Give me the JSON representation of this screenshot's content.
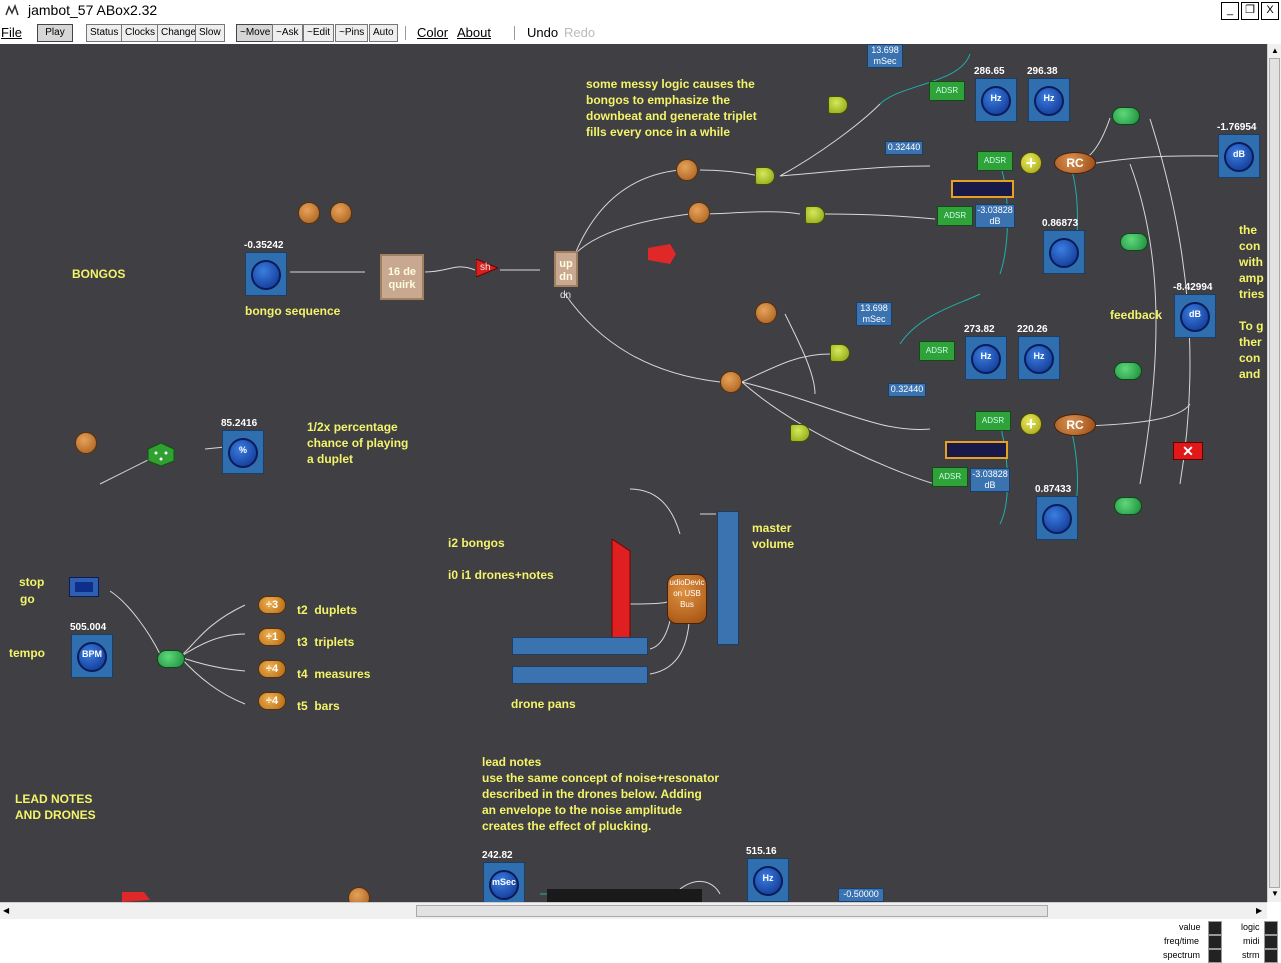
{
  "window": {
    "title": "jambot_57 ABox2.32",
    "controls": [
      "_",
      "❐",
      "X"
    ]
  },
  "menubar": {
    "file": "File",
    "play": "Play",
    "status": "Status",
    "clocks": "Clocks",
    "change": "Change",
    "slow": "Slow",
    "move": "~Move",
    "ask": "~Ask",
    "edit": "~Edit",
    "pins": "~Pins",
    "auto": "Auto",
    "color": "Color",
    "about": "About",
    "undo": "Undo",
    "redo": "Redo"
  },
  "labels": {
    "bongos": "BONGOS",
    "bongo_sequence": "bongo sequence",
    "messy_logic": "some messy logic causes the\nbongos to emphasize the\ndownbeat and generate triplet\nfills every once in a while",
    "percentage": "1/2x percentage\nchance of playing\na duplet",
    "i2_bongos": "i2 bongos",
    "i0_i1": "i0 i1 drones+notes",
    "master_volume": "master\nvolume",
    "stop": "stop",
    "go": "go",
    "tempo": "tempo",
    "t2_duplets": "t2  duplets",
    "t3_triplets": "t3  triplets",
    "t4_measures": "t4  measures",
    "t5_bars": "t5  bars",
    "drone_pans": "drone pans",
    "lead_drones": "LEAD NOTES\nAND DRONES",
    "lead_notes": "lead notes\nuse the same concept of noise+resonator\ndescribed in the drones below. Adding\nan envelope to the noise amplitude\ncreates the effect of plucking.",
    "feedback": "feedback",
    "right_text": "the\ncon\nwith\namp\ntries\n\nTo g\nther\ncon\nand"
  },
  "knobs": {
    "bongo_seq": {
      "value": "-0.35242"
    },
    "percent": {
      "value": "85.2416",
      "unit": "%"
    },
    "bpm": {
      "value": "505.004",
      "unit": "BPM"
    },
    "hz1": {
      "value": "286.65",
      "unit": "Hz"
    },
    "hz2": {
      "value": "296.38",
      "unit": "Hz"
    },
    "hz3": {
      "value": "273.82",
      "unit": "Hz"
    },
    "hz4": {
      "value": "220.26",
      "unit": "Hz"
    },
    "k1": {
      "value": "0.86873"
    },
    "k2": {
      "value": "0.87433"
    },
    "db1": {
      "value": "-1.76954",
      "unit": "dB"
    },
    "db2": {
      "value": "-8.42994",
      "unit": "dB"
    },
    "msec": {
      "value": "242.82",
      "unit": "mSec"
    },
    "hz5": {
      "value": "515.16",
      "unit": "Hz"
    }
  },
  "values": {
    "msec1": "13.698\nmSec",
    "msec2": "13.698\nmSec",
    "v032440a": "0.32440",
    "v032440b": "0.32440",
    "db_a": "-3.03828\ndB",
    "db_b": "-3.03828\ndB",
    "neg_half": "-0.50000"
  },
  "nodes": {
    "quirk": "16 de\nquirk",
    "updn": "up\ndn",
    "dn": "dn",
    "sh": "sh",
    "rc": "RC",
    "div3": "÷3",
    "div1": "÷1",
    "div4a": "÷4",
    "div4b": "÷4",
    "adsr": "ADSR",
    "audio": "udioDevic\non USB\nBus"
  },
  "legend": {
    "value": "value",
    "freqtime": "freq/time",
    "spectrum": "spectrum",
    "logic": "logic",
    "midi": "midi",
    "strm": "strm"
  }
}
